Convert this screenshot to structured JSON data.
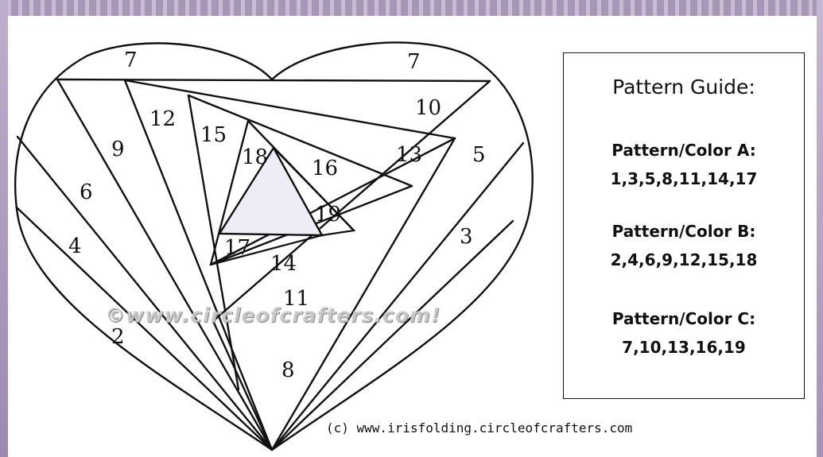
{
  "guide": {
    "title": "Pattern Guide:",
    "groups": [
      {
        "label": "Pattern/Color A:",
        "numbers": "1,3,5,8,11,14,17"
      },
      {
        "label": "Pattern/Color B:",
        "numbers": "2,4,6,9,12,15,18"
      },
      {
        "label": "Pattern/Color C:",
        "numbers": "7,10,13,16,19"
      }
    ]
  },
  "credit": "(c) www.irisfolding.circleofcrafters.com",
  "watermark": "©www.circleofcrafters.com!",
  "segments": {
    "s7a": "7",
    "s7b": "7",
    "s10": "10",
    "s5": "5",
    "s3": "3",
    "s13": "13",
    "s12": "12",
    "s9": "9",
    "s15": "15",
    "s18": "18",
    "s16": "16",
    "s6": "6",
    "s19": "19",
    "s17": "17",
    "s4": "4",
    "s14": "14",
    "s11": "11",
    "s2": "2",
    "s8": "8"
  },
  "colors": {
    "line": "#111111",
    "center": "#eeedf5",
    "frame": "#b9a9c6"
  }
}
